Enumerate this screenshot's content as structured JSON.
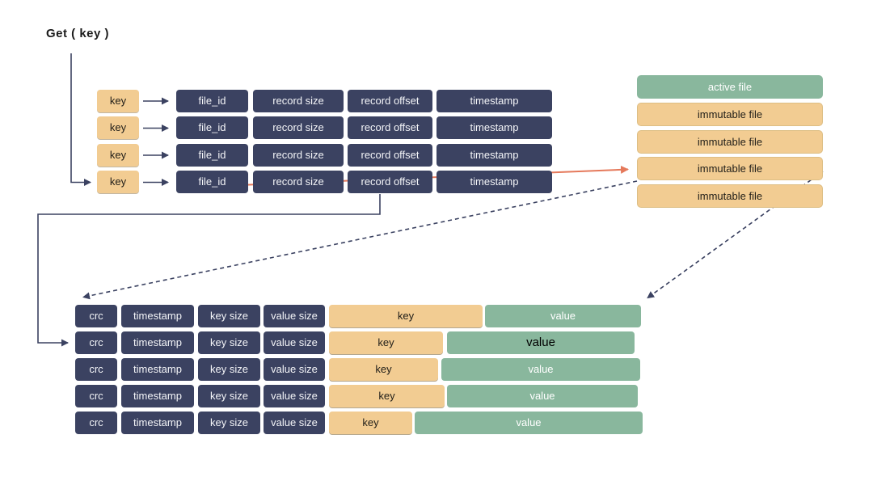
{
  "title": "Get ( key )",
  "colors": {
    "navy": "#3B4261",
    "tan": "#F2CC92",
    "green": "#89B79D",
    "orange_arrow": "#E5795B",
    "highlight_value_text": "#000000"
  },
  "keydir": {
    "rows": [
      {
        "key": "key",
        "file_id": "file_id",
        "record_size": "record size",
        "record_offset": "record offset",
        "timestamp": "timestamp"
      },
      {
        "key": "key",
        "file_id": "file_id",
        "record_size": "record size",
        "record_offset": "record offset",
        "timestamp": "timestamp"
      },
      {
        "key": "key",
        "file_id": "file_id",
        "record_size": "record size",
        "record_offset": "record offset",
        "timestamp": "timestamp"
      },
      {
        "key": "key",
        "file_id": "file_id",
        "record_size": "record size",
        "record_offset": "record offset",
        "timestamp": "timestamp"
      }
    ]
  },
  "files": {
    "active_label": "active file",
    "immutable_labels": [
      "immutable file",
      "immutable file",
      "immutable file",
      "immutable file"
    ]
  },
  "records": {
    "rows": [
      {
        "crc": "crc",
        "timestamp": "timestamp",
        "key_size": "key size",
        "value_size": "value size",
        "key": "key",
        "value": "value"
      },
      {
        "crc": "crc",
        "timestamp": "timestamp",
        "key_size": "key size",
        "value_size": "value size",
        "key": "key",
        "value": "value"
      },
      {
        "crc": "crc",
        "timestamp": "timestamp",
        "key_size": "key size",
        "value_size": "value size",
        "key": "key",
        "value": "value"
      },
      {
        "crc": "crc",
        "timestamp": "timestamp",
        "key_size": "key size",
        "value_size": "value size",
        "key": "key",
        "value": "value"
      },
      {
        "crc": "crc",
        "timestamp": "timestamp",
        "key_size": "key size",
        "value_size": "value size",
        "key": "key",
        "value": "value"
      }
    ]
  }
}
